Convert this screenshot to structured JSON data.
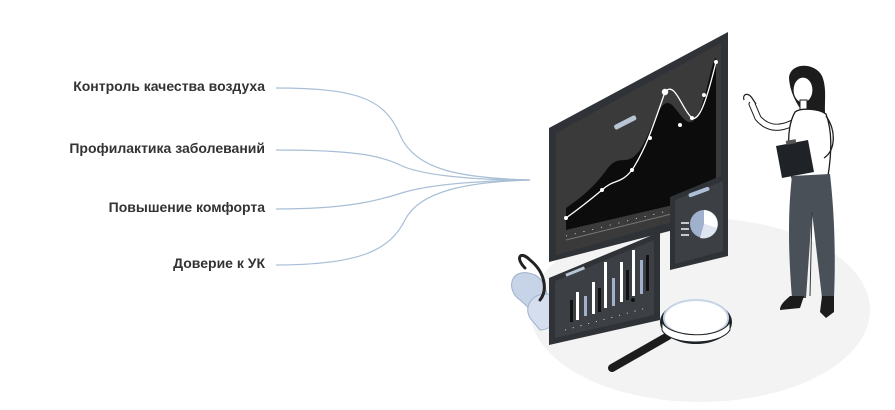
{
  "benefits": [
    "Контроль качества воздуха",
    "Профилактика заболеваний",
    "Повышение комфорта",
    "Доверие к УК"
  ],
  "colors": {
    "text": "#333333",
    "connector": "#a9bfd6",
    "screen": "#3a3a3a",
    "bezel": "#2f3236",
    "leaf": "#c7d3e6",
    "floor": "#f3f3f3"
  },
  "icons": [
    "dashboard-illustration",
    "magnifier-icon",
    "clipboard-icon",
    "plant-illustration"
  ]
}
